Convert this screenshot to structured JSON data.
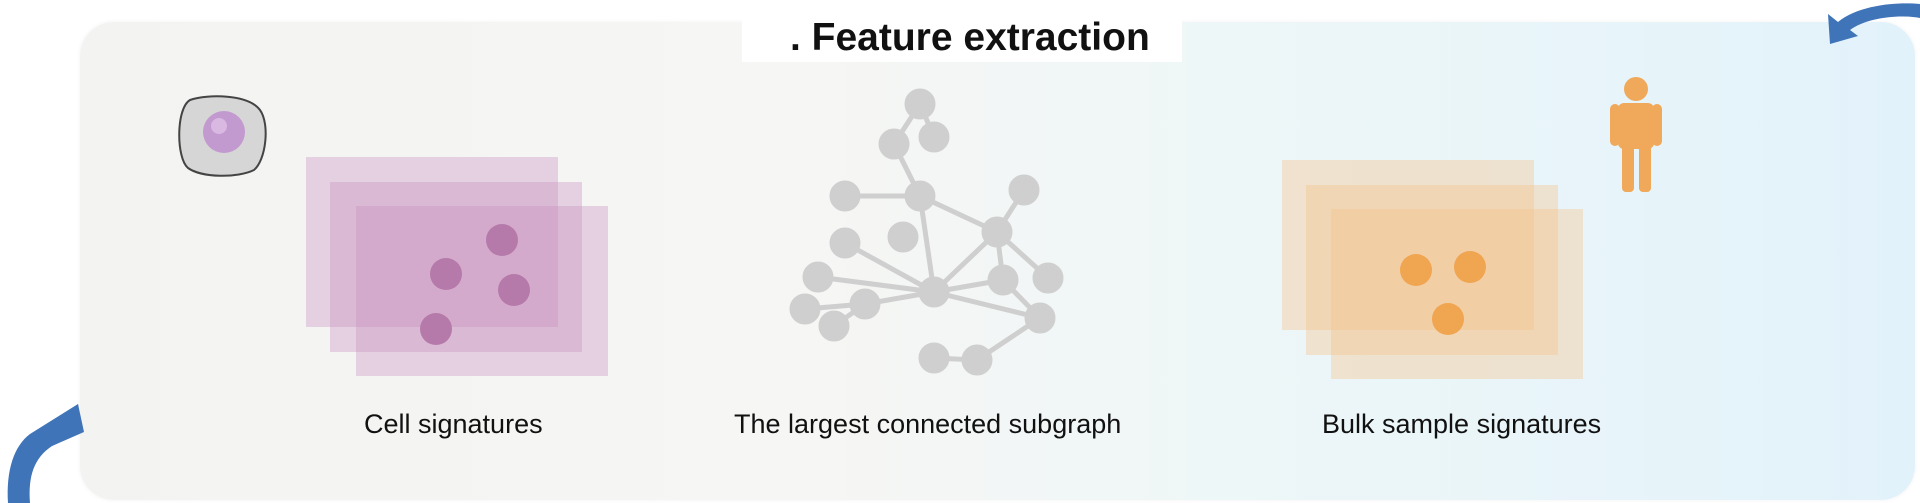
{
  "title": ". Feature extraction",
  "labels": {
    "cell": "Cell signatures",
    "graph": "The largest connected subgraph",
    "bulk": "Bulk sample signatures"
  },
  "icons": {
    "cell": "cell-icon",
    "person": "person-icon",
    "arrow_top": "curved-arrow-icon",
    "arrow_bottom": "curved-arrow-icon"
  },
  "colors": {
    "cell_signature": "#c890bf",
    "bulk_signature": "#f5c38c",
    "graph": "#cfcfcf",
    "arrow": "#3f74b8",
    "person": "#f0a85a"
  }
}
